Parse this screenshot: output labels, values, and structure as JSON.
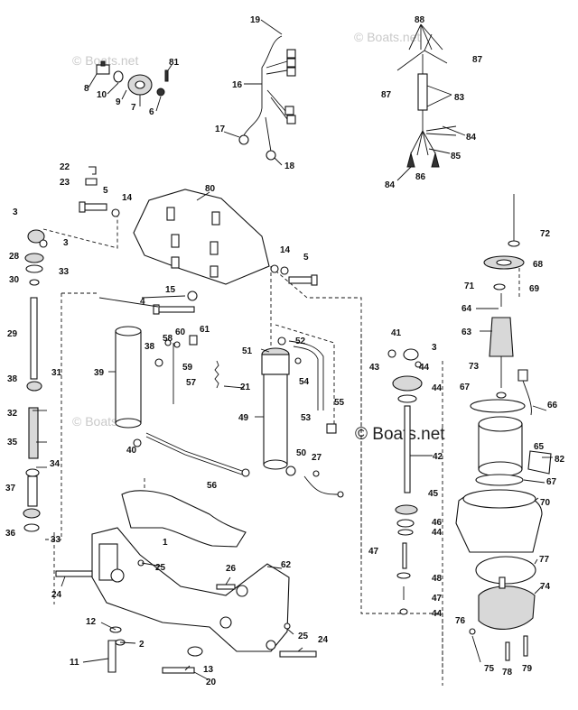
{
  "watermarks": [
    "© Boats.net",
    "© Boats.net",
    "© Boats.net",
    "© Boats.net"
  ],
  "callouts": [
    "1",
    "2",
    "3",
    "3",
    "3",
    "4",
    "5",
    "5",
    "6",
    "7",
    "8",
    "9",
    "10",
    "11",
    "12",
    "13",
    "14",
    "14",
    "15",
    "16",
    "17",
    "18",
    "19",
    "20",
    "21",
    "22",
    "23",
    "24",
    "24",
    "25",
    "25",
    "26",
    "27",
    "28",
    "29",
    "30",
    "31",
    "32",
    "33",
    "33",
    "34",
    "35",
    "36",
    "37",
    "38",
    "38",
    "39",
    "40",
    "41",
    "42",
    "43",
    "44",
    "44",
    "44",
    "44",
    "45",
    "46",
    "47",
    "47",
    "48",
    "49",
    "50",
    "51",
    "52",
    "53",
    "54",
    "55",
    "56",
    "57",
    "58",
    "59",
    "60",
    "61",
    "62",
    "63",
    "64",
    "65",
    "66",
    "67",
    "67",
    "68",
    "69",
    "70",
    "71",
    "72",
    "73",
    "74",
    "75",
    "76",
    "77",
    "78",
    "79",
    "80",
    "81",
    "82",
    "83",
    "84",
    "84",
    "85",
    "86",
    "87",
    "87",
    "88"
  ]
}
